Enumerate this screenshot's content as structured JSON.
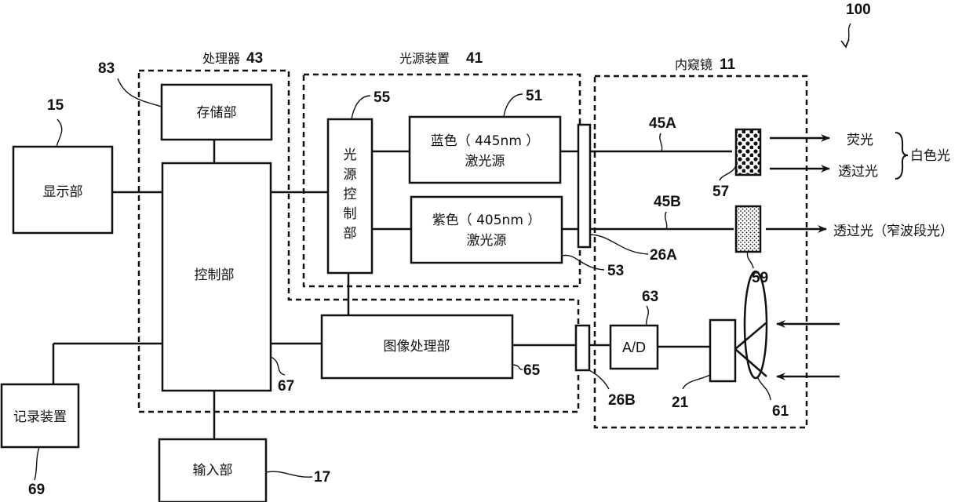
{
  "figure": {
    "ref_number": "100"
  },
  "groups": {
    "processor": {
      "label": "处理器",
      "ref": "43"
    },
    "light_source_device": {
      "label": "光源装置",
      "ref": "41"
    },
    "endoscope": {
      "label": "内窥镜",
      "ref": "11"
    }
  },
  "blocks": {
    "display": {
      "label": "显示部",
      "ref": "15"
    },
    "storage": {
      "label": "存储部",
      "ref": "83"
    },
    "control": {
      "label": "控制部",
      "ref": "67"
    },
    "recorder": {
      "label": "记录装置",
      "ref": "69"
    },
    "input": {
      "label": "输入部",
      "ref": "17"
    },
    "light_control": {
      "label_chars": [
        "光",
        "源",
        "控",
        "制",
        "部"
      ],
      "ref": "55"
    },
    "blue_laser": {
      "line1": "蓝色（ 445nm ）",
      "line2": "激光源",
      "ref": "51"
    },
    "violet_laser": {
      "line1": "紫色（ 405nm ）",
      "line2": "激光源",
      "ref": "53"
    },
    "image_processing": {
      "label": "图像处理部",
      "ref": "65"
    },
    "ad_converter": {
      "label": "A/D",
      "ref": "63"
    },
    "connector_a": {
      "ref": "26A"
    },
    "connector_b": {
      "ref": "26B"
    },
    "image_sensor": {
      "ref": "21"
    },
    "lens": {
      "ref": "61"
    },
    "fiber_a": {
      "ref": "45A"
    },
    "fiber_b": {
      "ref": "45B"
    },
    "phosphor": {
      "ref": "57"
    },
    "diffuser": {
      "ref": "59"
    }
  },
  "outputs": {
    "fluorescence": "荧光",
    "transmitted": "透过光",
    "white_light": "白色光",
    "narrowband": "透过光（窄波段光）"
  }
}
